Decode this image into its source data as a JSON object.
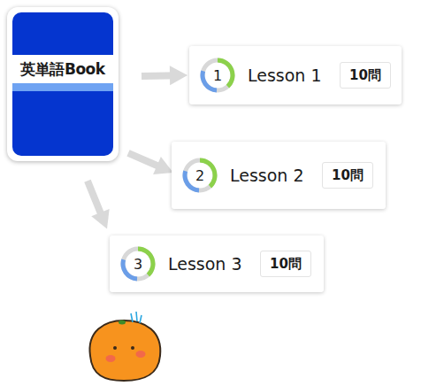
{
  "diagram": {
    "nodes": [
      {
        "text": [
          "英単語Book"
        ]
      },
      {
        "text": [
          "Lesson 1"
        ]
      },
      {
        "text": [
          "1"
        ],
        "in": 1
      },
      {
        "text": [
          "10問"
        ],
        "in": 1
      },
      {
        "text": [
          "Lesson 2"
        ]
      },
      {
        "text": [
          "2"
        ],
        "in": 4
      },
      {
        "text": [
          "10問"
        ],
        "in": 4
      },
      {
        "text": [
          "Lesson 3"
        ]
      },
      {
        "text": [
          "3"
        ],
        "in": 7
      },
      {
        "text": [
          "10問"
        ],
        "in": 7
      }
    ],
    "edges": [
      {
        "from": 0,
        "to": 1,
        "arrow": "to"
      },
      {
        "from": 0,
        "to": 4,
        "arrow": "to"
      },
      {
        "from": 0,
        "to": 7,
        "arrow": "to"
      }
    ]
  }
}
